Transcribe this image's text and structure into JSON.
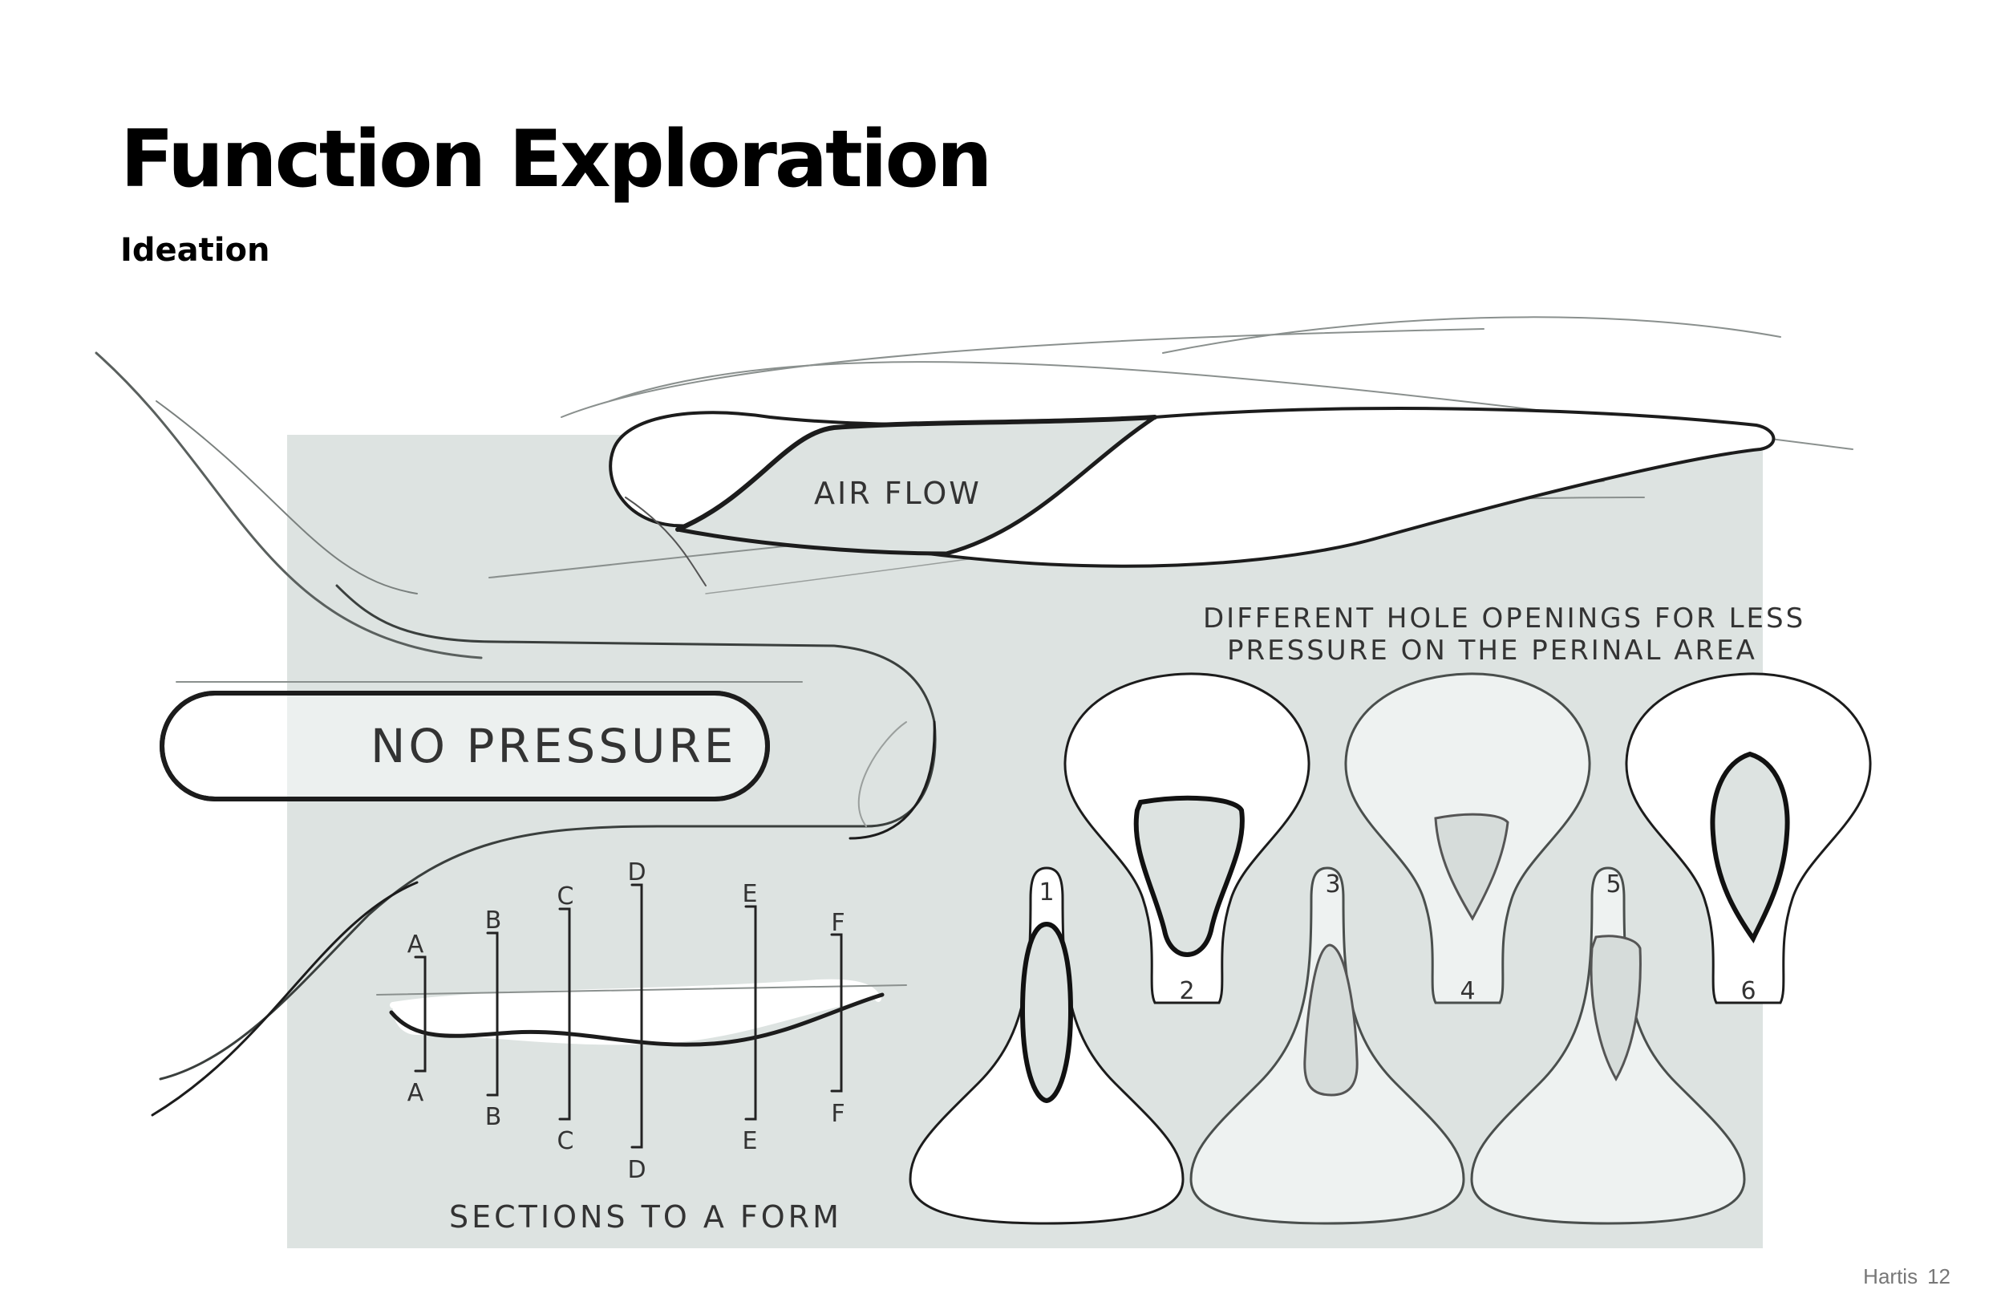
{
  "page": {
    "title": "Function Exploration",
    "subtitle": "Ideation",
    "footer": {
      "author": "Hartis",
      "page_number": "12"
    }
  },
  "sketch": {
    "background_color": "#dde3e1",
    "annotations": {
      "air_flow": "AIR FLOW",
      "no_pressure": "NO PRESSURE",
      "hole_openings_line1": "DIFFERENT HOLE OPENINGS FOR LESS",
      "hole_openings_line2": "PRESSURE ON THE PERINAL AREA",
      "sections_caption": "SECTIONS TO A FORM"
    },
    "section_markers": [
      "A",
      "B",
      "C",
      "D",
      "E",
      "F"
    ],
    "saddle_numbers": [
      "1",
      "2",
      "3",
      "4",
      "5",
      "6"
    ]
  }
}
